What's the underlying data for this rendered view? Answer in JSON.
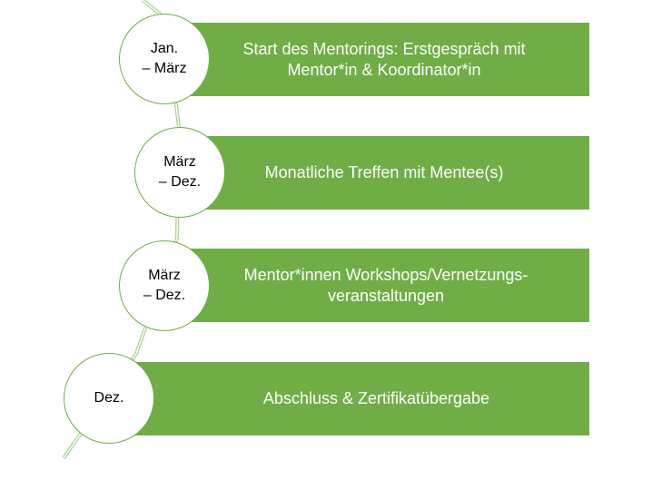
{
  "timeline": {
    "steps": [
      {
        "period": "Jan.\n– März",
        "description": "Start des Mentorings: Erstgespräch mit Mentor*in & Koordinator*in"
      },
      {
        "period": "März\n– Dez.",
        "description": "Monatliche Treffen mit Mentee(s)"
      },
      {
        "period": "März\n– Dez.",
        "description": "Mentor*innen Workshops/Vernetzungs-veranstaltungen"
      },
      {
        "period": "Dez.",
        "description": "Abschluss & Zertifikatübergabe"
      }
    ]
  },
  "colors": {
    "bar_fill": "#70ad47",
    "circle_border": "#70ad47",
    "connector": "#a9d18e"
  }
}
